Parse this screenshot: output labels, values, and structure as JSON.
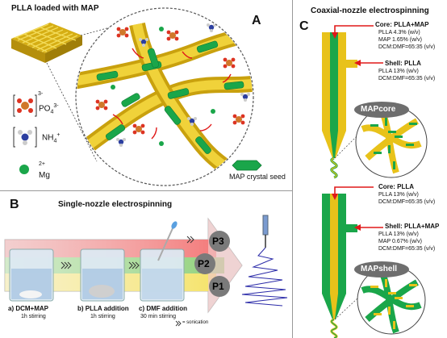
{
  "panelA": {
    "letter": "A",
    "title": "PLLA loaded with MAP",
    "ion_phosphate": "PO",
    "ion_phosphate_sub": "4",
    "ion_phosphate_charge": "3-",
    "ion_phosphate_bracket_charge": "3-",
    "ion_ammonium": "NH",
    "ion_ammonium_sub": "4",
    "ion_ammonium_charge": "+",
    "ion_magnesium": "Mg",
    "ion_magnesium_charge": "2+",
    "legend_seed": "MAP crystal seed"
  },
  "panelB": {
    "letter": "B",
    "title": "Single-nozzle electrospinning",
    "layers": [
      "P3",
      "P2",
      "P1"
    ],
    "steps": [
      {
        "label": "a) DCM+MAP",
        "sub": "1h stirring"
      },
      {
        "label": "b) PLLA addition",
        "sub": "1h stirring"
      },
      {
        "label": "c) DMF addition",
        "sub": "30 min stirring"
      }
    ],
    "sonication_note": "= sonication"
  },
  "panelC": {
    "letter": "C",
    "title": "Coaxial-nozzle electrospinning",
    "top": {
      "core_title": "Core: PLLA+MAP",
      "core_lines": [
        "PLLA 4.3% (w/v)",
        "MAP 1.65% (w/v)",
        "DCM:DMF=65:35 (v/v)"
      ],
      "shell_title": "Shell: PLLA",
      "shell_lines": [
        "PLLA 13% (w/v)",
        "DCM:DMF=65:35 (v/v)"
      ],
      "badge": "MAPcore"
    },
    "bottom": {
      "core_title": "Core: PLLA",
      "core_lines": [
        "PLLA 13% (w/v)",
        "DCM:DMF=65:35 (v/v)"
      ],
      "shell_title": "Shell: PLLA+MAP",
      "shell_lines": [
        "PLLA 13% (w/v)",
        "MAP 0.67% (w/v)",
        "DCM:DMF=65:35 (v/v)"
      ],
      "badge": "MAPshell"
    }
  },
  "colors": {
    "fiber_yellow": "#e8c21a",
    "seed_green": "#1aa64a",
    "arrow_red": "#e01818",
    "badge_grey": "#6e6e6e"
  }
}
